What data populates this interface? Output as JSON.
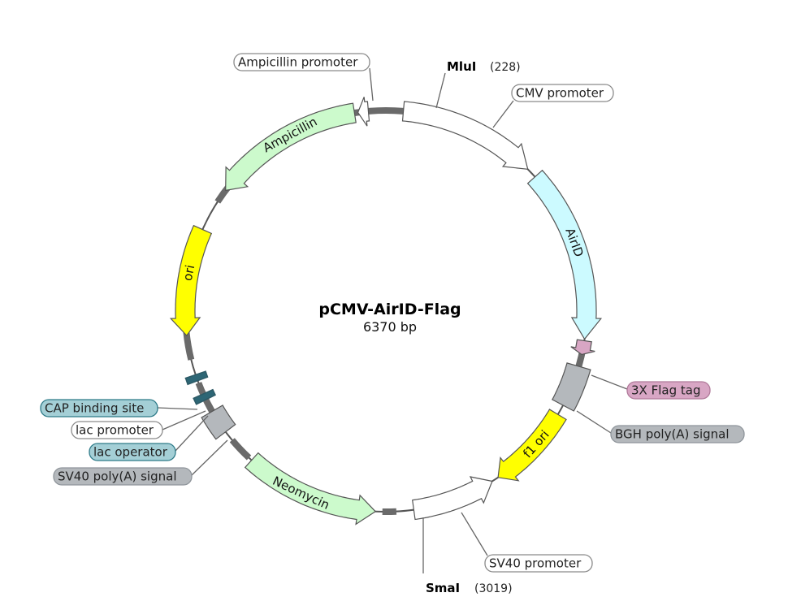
{
  "plasmid": {
    "name": "pCMV-AirID-Flag",
    "size_label": "6370 bp"
  },
  "features": [
    {
      "key": "cmv_promoter",
      "name": "CMV promoter",
      "color": "#ffffff"
    },
    {
      "key": "airid",
      "name": "AirID",
      "color": "#ccfaff"
    },
    {
      "key": "flag",
      "name": "3X Flag tag",
      "color": "#d8a6c4"
    },
    {
      "key": "bgh",
      "name": "BGH poly(A) signal",
      "color": "#b4b8bc"
    },
    {
      "key": "f1ori",
      "name": "f1 ori",
      "color": "#ffff00"
    },
    {
      "key": "sv40_promoter",
      "name": "SV40 promoter",
      "color": "#ffffff"
    },
    {
      "key": "neomycin",
      "name": "Neomycin",
      "color": "#ccfacc"
    },
    {
      "key": "sv40_polya",
      "name": "SV40 poly(A) signal",
      "color": "#b4b8bc"
    },
    {
      "key": "lac_operator",
      "name": "lac operator",
      "color": "#a4cfd6"
    },
    {
      "key": "lac_promoter",
      "name": "lac promoter",
      "color": "#ffffff"
    },
    {
      "key": "cap_site",
      "name": "CAP binding site",
      "color": "#a4cfd6"
    },
    {
      "key": "ori",
      "name": "ori",
      "color": "#ffff00"
    },
    {
      "key": "ampicillin",
      "name": "Ampicillin",
      "color": "#ccfacc"
    },
    {
      "key": "amp_promoter",
      "name": "Ampicillin promoter",
      "color": "#ffffff"
    }
  ],
  "sites": [
    {
      "key": "mlui",
      "name": "MluI",
      "position": "(228)"
    },
    {
      "key": "smai",
      "name": "SmaI",
      "position": "(3019)"
    }
  ]
}
